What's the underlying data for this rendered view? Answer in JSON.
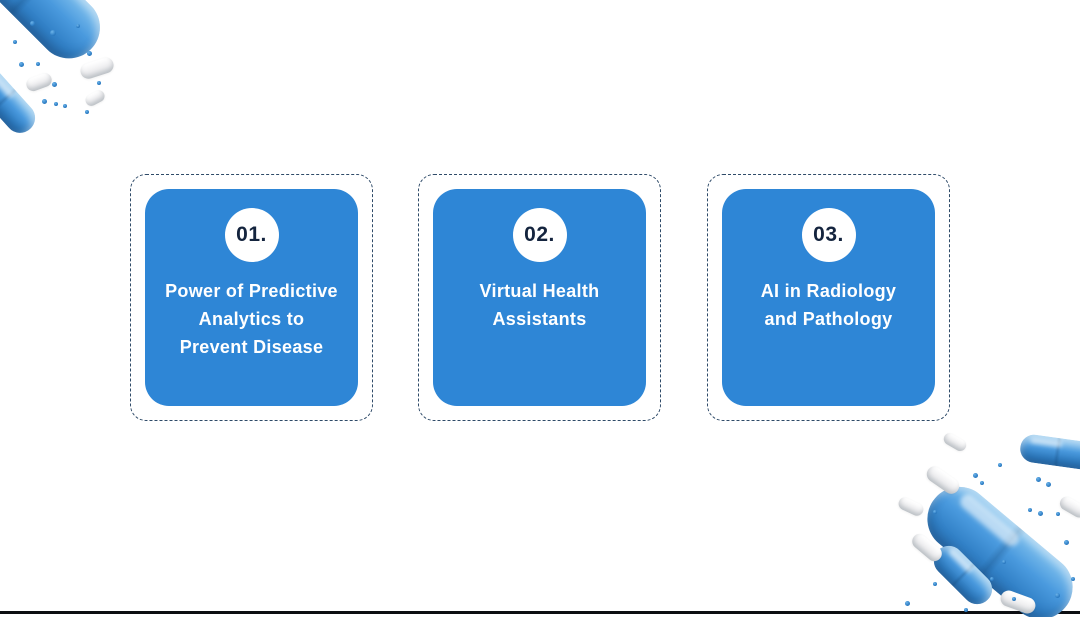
{
  "canvas": {
    "background": "#ffffff"
  },
  "colors": {
    "card_fill": "#2e86d6",
    "card_dashed_border": "#2e4a68",
    "step_number_text": "#14243e",
    "card_title_text": "#ffffff",
    "bottom_rule": "#0c0e12",
    "capsule_blue": "#4a9ade",
    "pill_white": "#ededef",
    "dot_blue": "#2f7fc6"
  },
  "cards": [
    {
      "number": "01.",
      "title": "Power of Predictive\nAnalytics to\nPrevent Disease"
    },
    {
      "number": "02.",
      "title": "Virtual Health\nAssistants"
    },
    {
      "number": "03.",
      "title": "AI in Radiology\nand Pathology"
    }
  ],
  "decorations": {
    "top_left": "blue-capsules-white-pills-blue-dots",
    "bottom_right": "blue-capsules-white-pills-blue-dots"
  }
}
